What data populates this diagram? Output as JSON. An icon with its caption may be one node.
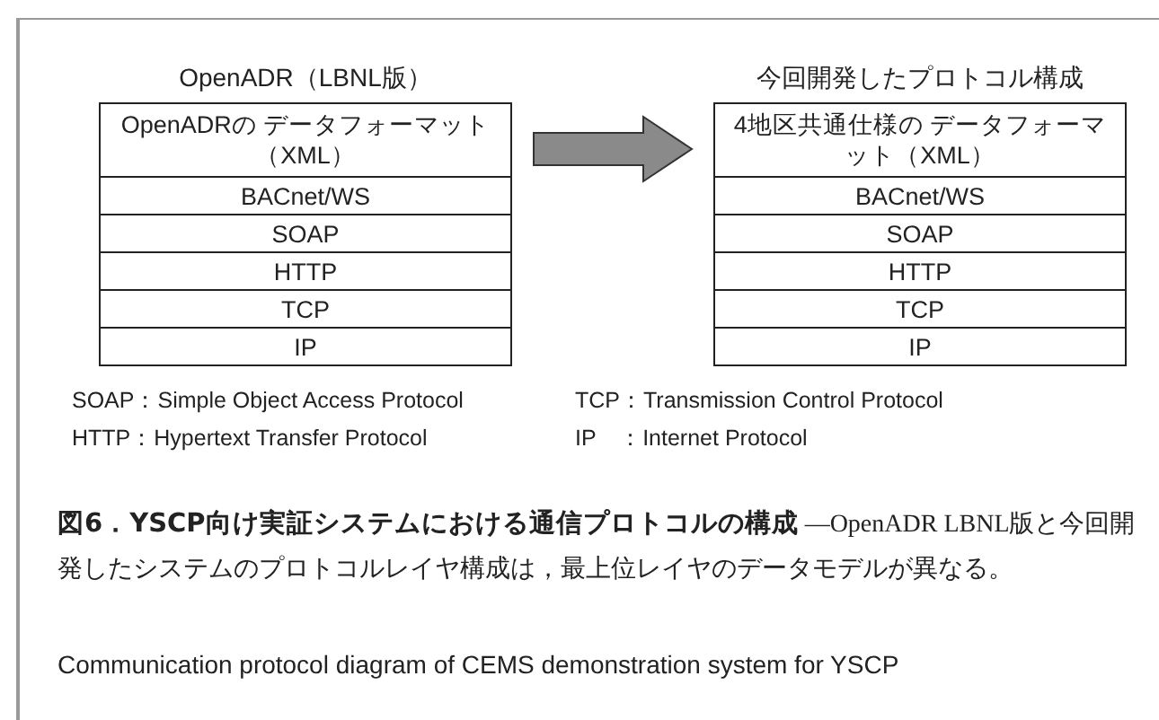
{
  "diagram": {
    "caption": "**図6．YSCP向け実証システムにおける通信プロトコルの構成** ―OpenADR LBNL版と今回開発したシステムのプロトコルレイヤ構成は，最上位レイヤのデータモデルが異なる。",
    "nodes": [
      {
        "text": [
          "OpenADR（LBNL版）"
        ]
      },
      {
        "text": [
          "OpenADRの データフォーマット（XML）"
        ],
        "in": 0
      },
      {
        "text": [
          "BACnet/WS"
        ],
        "in": 0
      },
      {
        "text": [
          "SOAP"
        ],
        "in": 0
      },
      {
        "text": [
          "HTTP"
        ],
        "in": 0
      },
      {
        "text": [
          "TCP"
        ],
        "in": 0
      },
      {
        "text": [
          "IP"
        ],
        "in": 0
      },
      {
        "text": [
          "今回開発したプロトコル構成"
        ]
      },
      {
        "text": [
          "4地区共通仕様の データフォーマット（XML）"
        ],
        "in": 7
      },
      {
        "text": [
          "BACnet/WS"
        ],
        "in": 7
      },
      {
        "text": [
          "SOAP"
        ],
        "in": 7
      },
      {
        "text": [
          "HTTP"
        ],
        "in": 7
      },
      {
        "text": [
          "TCP"
        ],
        "in": 7
      },
      {
        "text": [
          "IP"
        ],
        "in": 7
      }
    ],
    "edges": [
      {
        "from": 0,
        "to": 7,
        "arrow": "to"
      }
    ],
    "labels": [
      "SOAP：Simple Object Access Protocol",
      "TCP：Transmission Control Protocol",
      "HTTP：Hypertext Transfer Protocol",
      "IP　：Internet Protocol",
      "Communication protocol diagram of CEMS demonstration system for YSCP"
    ]
  }
}
